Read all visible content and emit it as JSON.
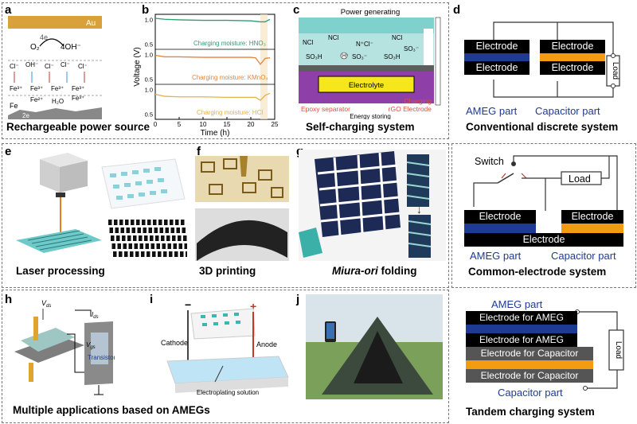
{
  "panels": {
    "a": {
      "label": "a",
      "caption": "Rechargeable power source",
      "au": "Au",
      "e4": "4e",
      "o2": "O",
      "o2sub": "2",
      "oh": "4OH",
      "ions": [
        "Cl",
        "OH",
        "Cl",
        "Cl",
        "Cl"
      ],
      "fe": "Fe",
      "e2": "2e",
      "h2o": "H",
      "water": "O"
    },
    "b": {
      "label": "b",
      "xlabel": "Time (h)",
      "ylabel": "Voltage (V)",
      "m1": "Charging moisture: HNO",
      "m1sub": "3",
      "m2": "Charging moisture: KMnO",
      "m2sub": "4",
      "m3": "Charging moisture: HCl"
    },
    "c": {
      "label": "c",
      "caption": "Self-charging system",
      "top": "Power generating",
      "electrolyte": "Electrolyte",
      "epoxy": "Epoxy separator",
      "rgo": "Charging rGO Electrode",
      "storing": "Energy storing",
      "ncl": "NCl",
      "so3h": "SO",
      "so3sub": "3",
      "h": "H"
    },
    "d": {
      "label": "d",
      "caption": "Conventional discrete system",
      "electrode": "Electrode",
      "load": "Load",
      "ameg": "AMEG part",
      "cap_part": "Capacitor part"
    },
    "d2": {
      "caption": "Common-electrode system",
      "switch": "Switch",
      "electrode": "Electrode",
      "load": "Load",
      "ameg": "AMEG part",
      "cap_part": "Capacitor part"
    },
    "d3": {
      "caption": "Tandem charging system",
      "ameg_top": "AMEG part",
      "e_ameg": "Electrode for AMEG",
      "e_cap": "Electrode for Capacitor",
      "cap_part": "Capacitor part",
      "load": "Load"
    },
    "e": {
      "label": "e",
      "caption": "Laser processing"
    },
    "f": {
      "label": "f",
      "caption": "3D printing"
    },
    "g": {
      "label": "g",
      "caption_italic": "Miura-ori",
      "caption_rest": " folding"
    },
    "h": {
      "label": "h",
      "vds": "V",
      "vds_sub": "ds",
      "ids": "I",
      "ids_sub": "ds",
      "vgs": "V",
      "vgs_sub": "gs",
      "transistor": "Transistor"
    },
    "i": {
      "label": "i",
      "cathode": "Cathode",
      "anode": "Anode",
      "solution": "Electroplating solution",
      "minus": "−",
      "plus": "+"
    },
    "j": {
      "label": "j"
    },
    "bottom_caption": "Multiple applications based on AMEGs",
    "chart_data": {
      "type": "line",
      "x_ticks": [
        0,
        5,
        10,
        15,
        20,
        25
      ],
      "y_ticks": [
        "1.0",
        "0.5",
        "1.0",
        "0.5",
        "1.0",
        "0.5"
      ],
      "xlim": [
        0,
        25
      ],
      "series": [
        {
          "name": "Charging moisture: HNO3",
          "color": "#2e9e72",
          "x": [
            0,
            2,
            5,
            10,
            15,
            20,
            21,
            22,
            23,
            24
          ],
          "y": [
            1.02,
            1.0,
            0.99,
            0.98,
            0.98,
            0.97,
            0.96,
            0.95,
            0.95,
            1.0
          ]
        },
        {
          "name": "Charging moisture: KMnO4",
          "color": "#e8843a",
          "x": [
            0,
            2,
            5,
            10,
            15,
            20,
            21,
            22,
            23,
            24
          ],
          "y": [
            0.98,
            0.95,
            0.95,
            0.94,
            0.94,
            0.94,
            0.93,
            0.8,
            0.92,
            0.93
          ]
        },
        {
          "name": "Charging moisture: HCl",
          "color": "#e6b04c",
          "x": [
            0,
            2,
            5,
            10,
            15,
            20,
            21,
            22,
            23,
            24
          ],
          "y": [
            0.9,
            0.86,
            0.85,
            0.85,
            0.84,
            0.84,
            0.84,
            0.78,
            0.88,
            0.92
          ]
        }
      ]
    }
  }
}
